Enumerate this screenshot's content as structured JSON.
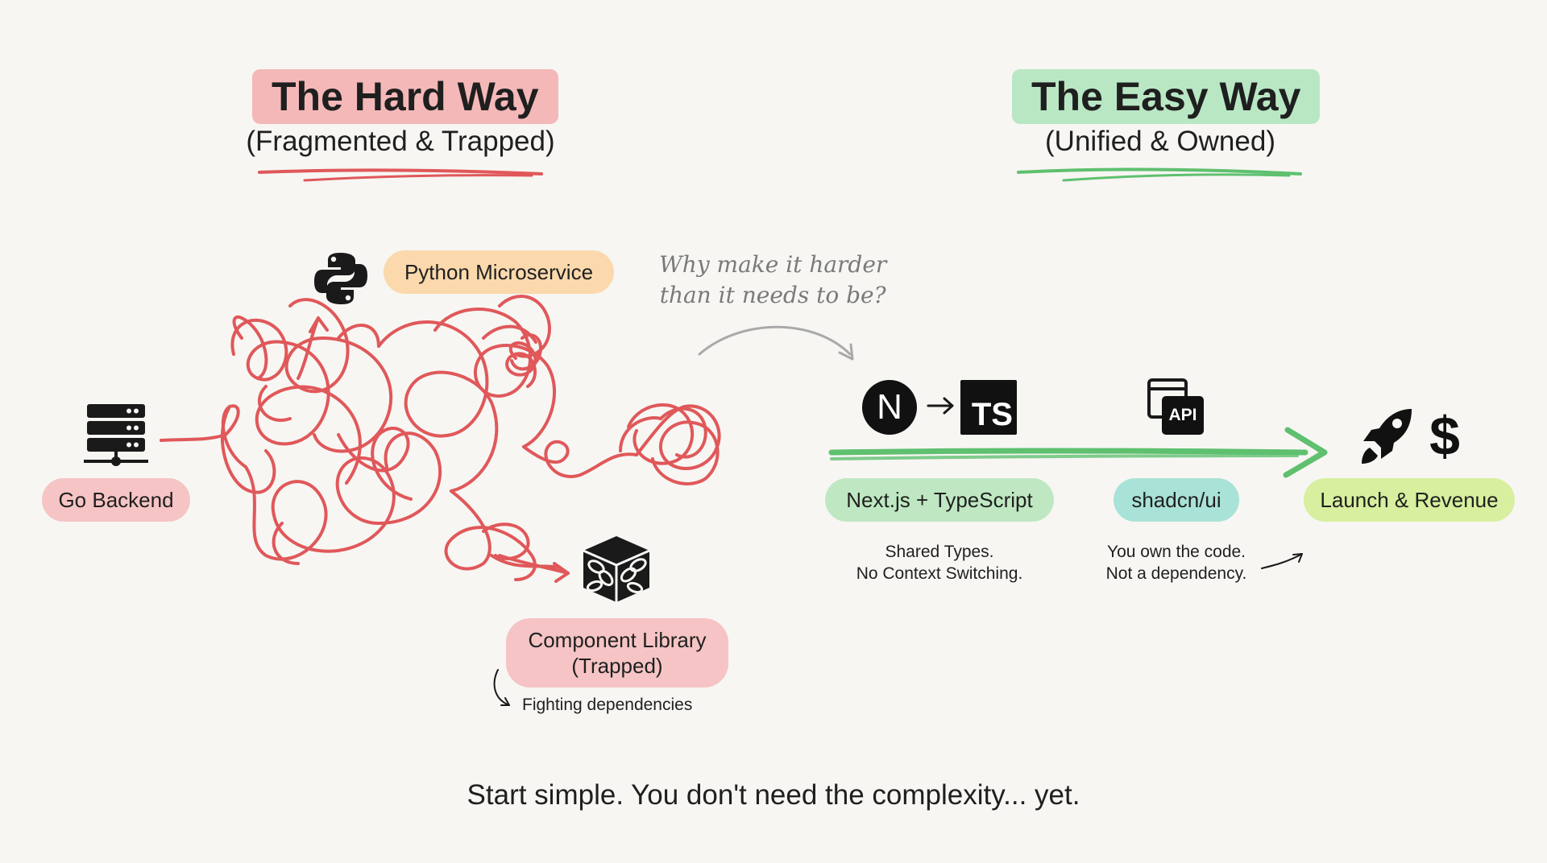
{
  "hard_way": {
    "title": "The Hard Way",
    "subtitle": "(Fragmented & Trapped)",
    "nodes": {
      "python": "Python Microservice",
      "go": "Go Backend",
      "component": "Component Library\n(Trapped)"
    },
    "note": "Fighting dependencies"
  },
  "easy_way": {
    "title": "The Easy Way",
    "subtitle": "(Unified & Owned)",
    "steps": {
      "next": "Next.js + TypeScript",
      "shadcn": "shadcn/ui",
      "launch": "Launch & Revenue"
    },
    "captions": {
      "next": "Shared Types.\nNo Context Switching.",
      "shadcn": "You own the code.\nNot a dependency."
    },
    "icon_text": {
      "next_logo": "N",
      "ts_logo": "TS",
      "api_logo": "API",
      "dollar": "$"
    }
  },
  "question": "Why make it harder\nthan it needs to be?",
  "footer": "Start simple. You don't need the complexity... yet.",
  "icons": [
    "python-icon",
    "server-icon",
    "chained-box-icon",
    "nextjs-icon",
    "arrow-right-icon",
    "typescript-icon",
    "api-window-icon",
    "rocket-icon",
    "dollar-icon"
  ],
  "colors": {
    "red_highlight": "#f5b8b8",
    "red_line": "#e0585a",
    "green_highlight": "#b9e7c4",
    "green_line": "#5fc06f",
    "orange_pill": "#fbd9ac",
    "teal_pill": "#a9e2d6",
    "lime_pill": "#d7ef9e",
    "pink_pill": "#f6c4c4",
    "gray_note": "#8a8a8a"
  }
}
